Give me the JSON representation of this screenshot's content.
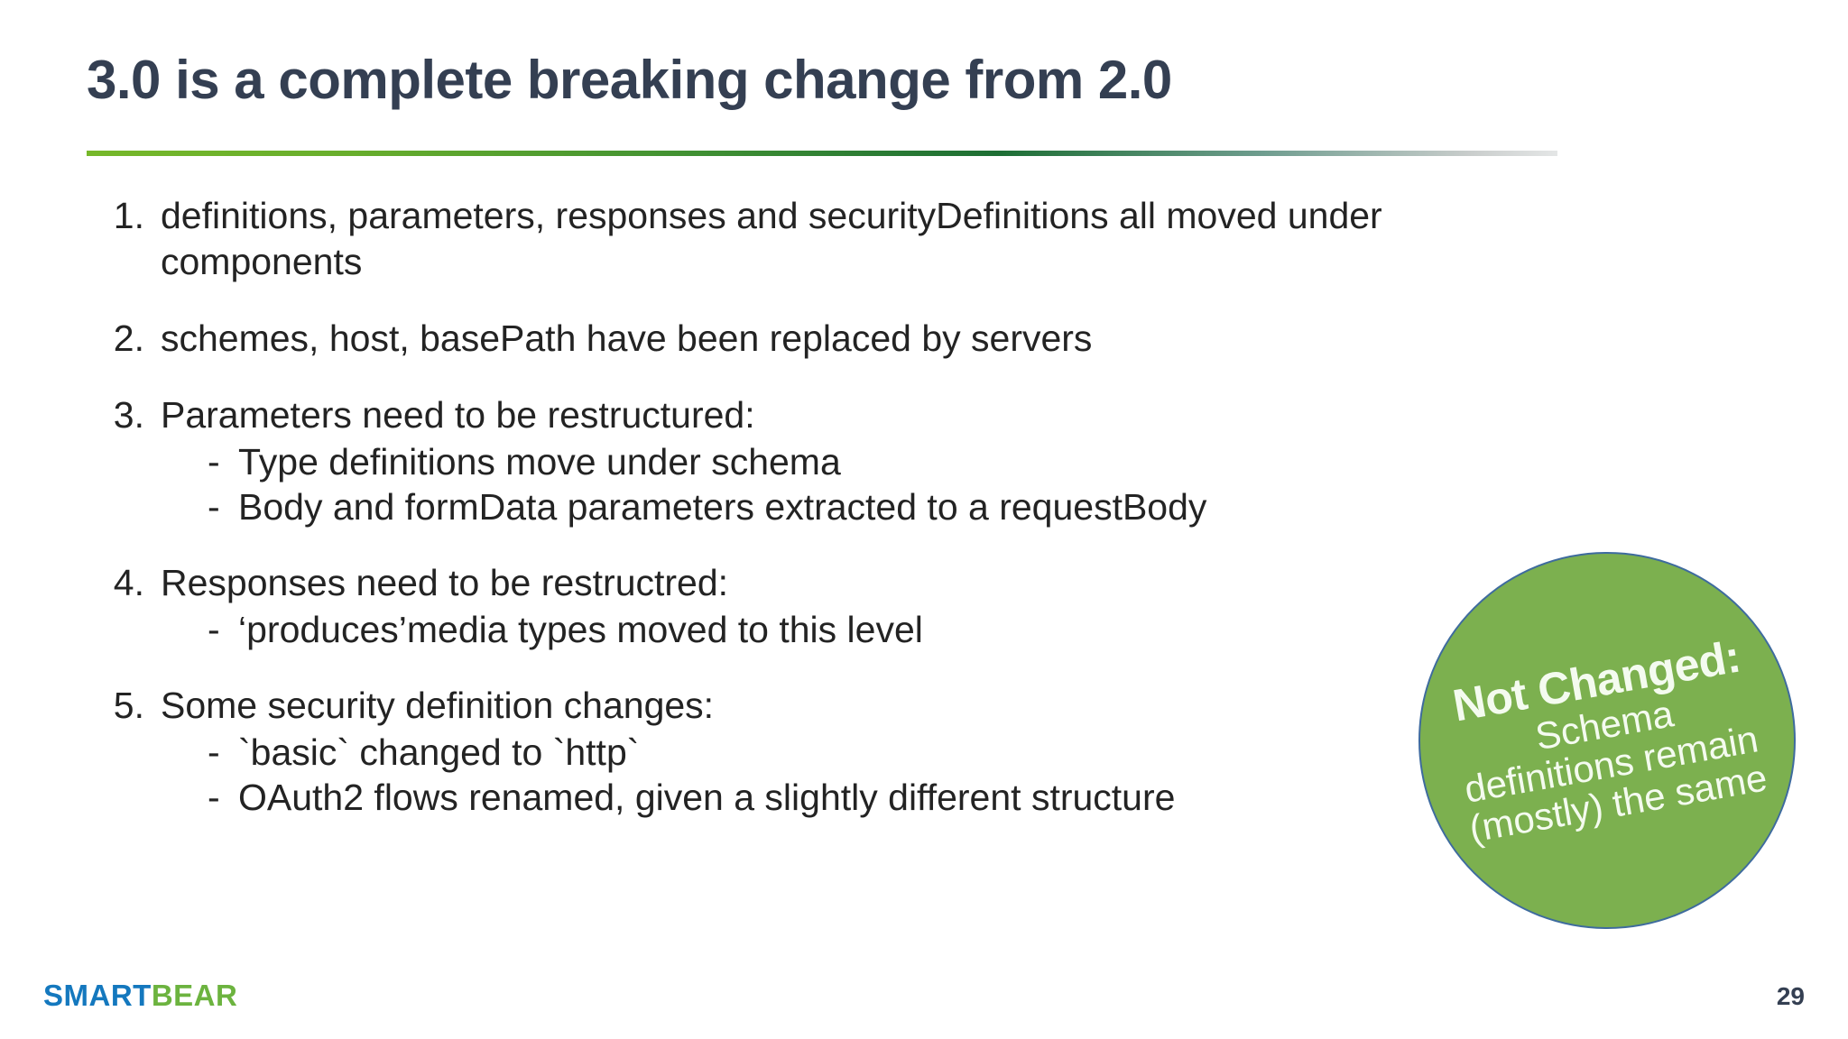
{
  "slide": {
    "title": "3.0 is a complete breaking change from 2.0",
    "page_number": "29",
    "logo": {
      "part1": "SMART",
      "part2": "BEAR",
      "part1_color": "#1478be",
      "part2_color": "#6cb33f"
    },
    "rule_colors": {
      "start": "#76b82a",
      "mid": "#1d6e34",
      "end": "#e4e6e6"
    },
    "title_color": "#343f52",
    "body_color": "#232323"
  },
  "list": [
    {
      "number": "1.",
      "text": "definitions, parameters, responses and securityDefinitions all moved under components",
      "sub": []
    },
    {
      "number": "2.",
      "text": "schemes, host, basePath have been replaced by servers",
      "sub": []
    },
    {
      "number": "3.",
      "text": "Parameters need to be restructured:",
      "sub": [
        {
          "dash": "-",
          "text": "Type definitions move under schema"
        },
        {
          "dash": "-",
          "text": "Body and formData parameters extracted to a requestBody"
        }
      ]
    },
    {
      "number": "4.",
      "text": "Responses need to be restructred:",
      "sub": [
        {
          "dash": "-",
          "text": "‘produces’media types moved to this level"
        }
      ]
    },
    {
      "number": "5.",
      "text": "Some security definition changes:",
      "sub": [
        {
          "dash": "-",
          "text": "`basic` changed to `http`"
        },
        {
          "dash": "-",
          "text": "OAuth2 flows renamed, given a slightly different structure"
        }
      ]
    }
  ],
  "badge": {
    "heading": "Not Changed:",
    "body": "Schema definitions remain (mostly) the same",
    "fill_color": "#7cb04f",
    "border_color": "#3e6b9e",
    "text_color": "#f4fbef"
  }
}
